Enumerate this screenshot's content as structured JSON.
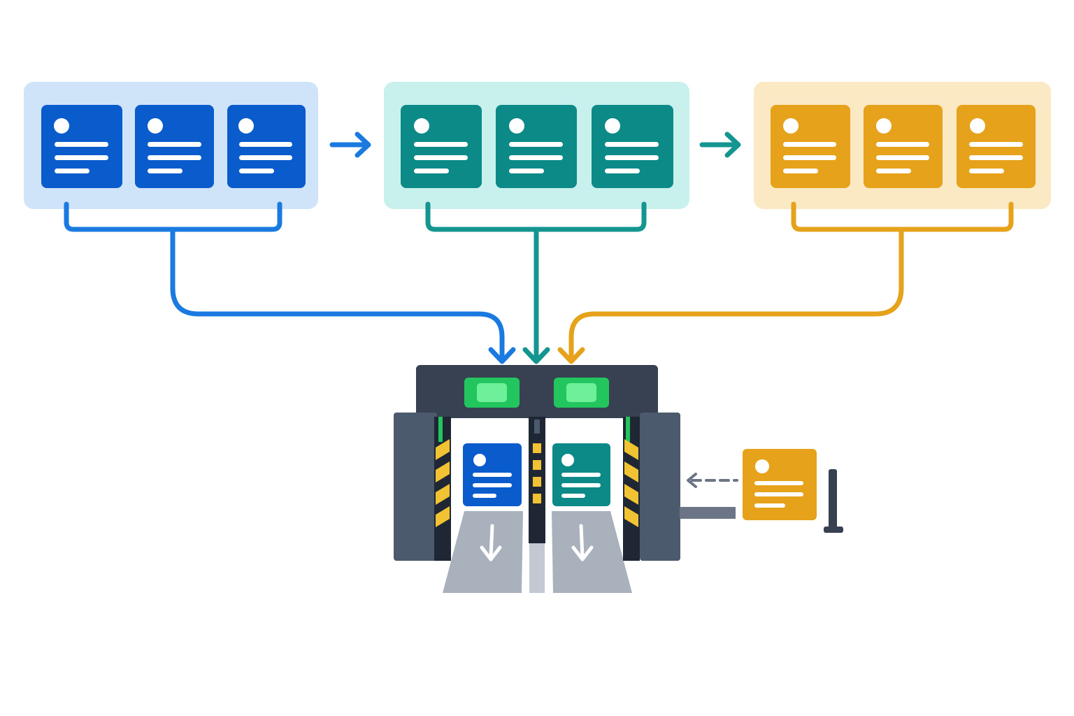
{
  "colors": {
    "background": "#ffffff",
    "group_blue_panel": "#cfe3f9",
    "group_blue_card": "#0a5ccd",
    "group_blue_line": "#1a7ae0",
    "group_teal_panel": "#c8f0ec",
    "group_teal_card": "#0c8a87",
    "group_teal_line": "#159590",
    "group_amber_panel": "#fbe9c4",
    "group_amber_card": "#e6a21b",
    "group_amber_line": "#e6a21b",
    "gate_frame": "#374152",
    "gate_pillar": "#4c5a6e",
    "gate_light": "#22c55e",
    "gate_light_inner": "#6ef09a",
    "hazard_yellow": "#f1c232",
    "lane_gray": "#a9b1bd",
    "dashed_arrow": "#6b7585"
  },
  "diagram": {
    "groups": [
      {
        "id": "blue",
        "card_count": 3,
        "card_icon": "profile-card-icon"
      },
      {
        "id": "teal",
        "card_count": 3,
        "card_icon": "profile-card-icon"
      },
      {
        "id": "amber",
        "card_count": 3,
        "card_icon": "profile-card-icon"
      }
    ],
    "flow_arrows": [
      {
        "from": "blue",
        "to": "teal",
        "icon": "arrow-right-icon"
      },
      {
        "from": "teal",
        "to": "amber",
        "icon": "arrow-right-icon"
      }
    ],
    "gate": {
      "icon": "gate-icon",
      "signal_lights": 2,
      "lanes": [
        {
          "card_group": "blue",
          "arrow_icon": "arrow-down-icon"
        },
        {
          "card_group": "teal",
          "arrow_icon": "arrow-down-icon"
        }
      ],
      "rejected": {
        "card_group": "amber",
        "arrow_icon": "dashed-arrow-left-icon",
        "barrier_icon": "barrier-arm-icon"
      }
    }
  }
}
